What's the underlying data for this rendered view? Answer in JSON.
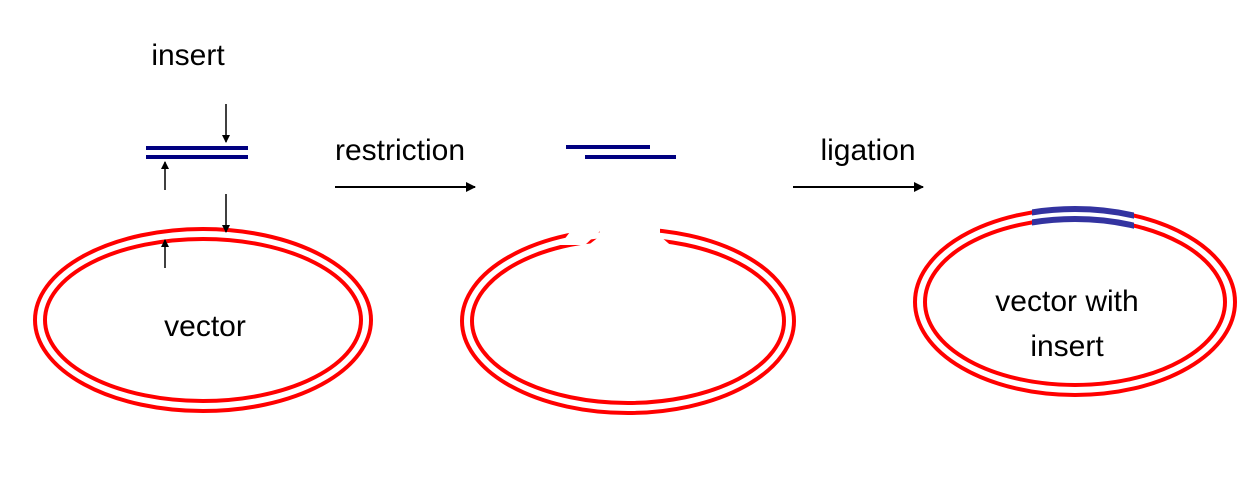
{
  "labels": {
    "insert": "insert",
    "restriction": "restriction",
    "ligation": "ligation",
    "vector": "vector",
    "vector_with_insert_line1": "vector with",
    "vector_with_insert_line2": "insert"
  },
  "colors": {
    "vector": "#ff0000",
    "insert": "#000080",
    "insert_ligated": "#3333a0",
    "arrow": "#000000"
  }
}
